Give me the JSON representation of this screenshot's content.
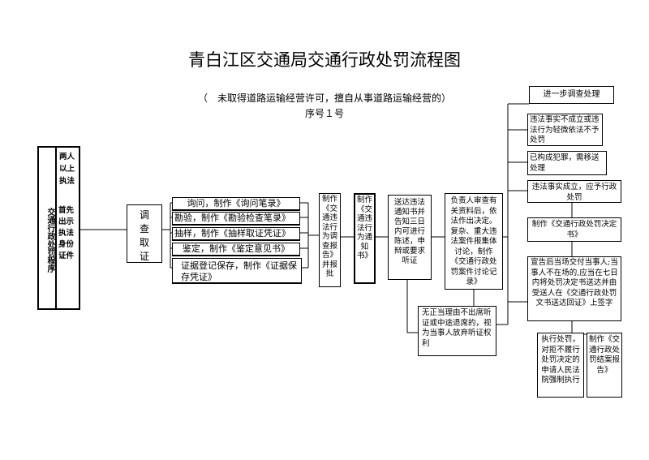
{
  "title": "青白江区交通局交通行政处罚流程图",
  "subtitle": "（　未取得道路运输经营许可，擅自从事道路运输经营的）",
  "seq_no": "序号１号",
  "left_vertical": "交通行政处罚程序",
  "two_people": "两人以上执法",
  "show_cert": "首先出示执法身份证件",
  "investigate": "调查取证",
  "evidence_items": [
    "询问，制作《询问笔录》",
    "勘验，制作《勘验检查笔录》",
    "抽样，制作《抽样取证凭证》",
    "鉴定，制作《鉴定意见书》",
    "证据登记保存，制作《证据保存凭证》"
  ],
  "report_approve": "制作《交通违法行为调查报告》并报批",
  "notice": "制作《交通违法行为通知书》",
  "deliver_notice": "送达违法通知书并告知三日内可进行陈述，申辩或要求听证",
  "supervisor_review": "负责人审查有关资料后，依法作出决定。复杂、重大违法案件报集体讨论，制作《交通行政处罚案件讨论记录》",
  "no_hearing": "无正当理由不出席听证或中途退席的，视为当事人放弃听证权利",
  "further_investigation": "进一步调查处理",
  "not_established": "违法事实不成立或违法行为轻微依法不予处罚",
  "crime_transfer": "已构成犯罪，需移送处理",
  "established": "违法事实成立，应予行政处罚",
  "decision_doc": "制作《交通行政处罚决定书》",
  "announce_deliver": "宣告后当场交付当事人;当事人不在场的,应当在七日内将处罚决定书送达并由受送人在《交通行政处罚文书送达回证》上签字",
  "execute": "执行处罚，对拒不履行处罚决定的申请人民法院强制执行",
  "closing_report": "制作《交通行政处罚结案报告》"
}
